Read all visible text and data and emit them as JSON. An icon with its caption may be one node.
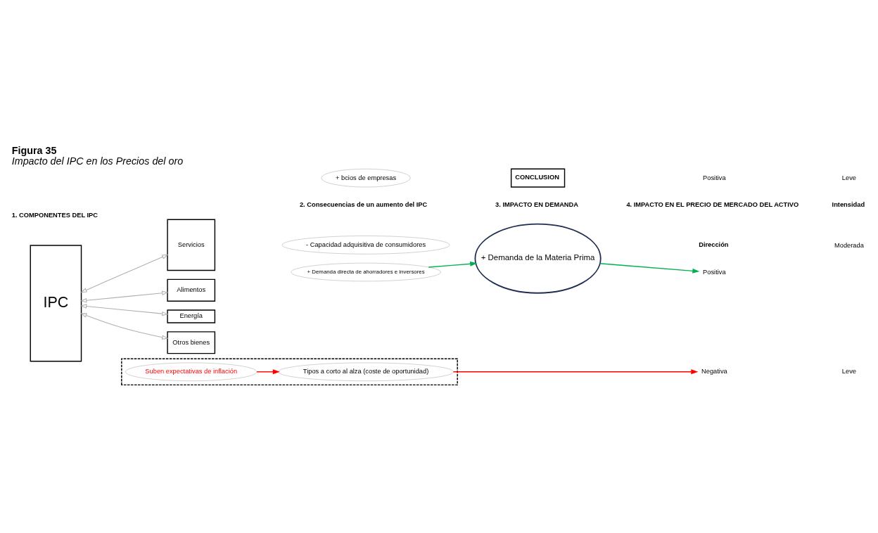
{
  "diagram": {
    "title": "Figura 35",
    "caption": "Impacto del IPC en los Precios del oro",
    "nodes": [
      {
        "text": [
          "IPC"
        ]
      },
      {
        "text": [
          "Servicios"
        ]
      },
      {
        "text": [
          "Alimentos"
        ]
      },
      {
        "text": [
          "Energía"
        ]
      },
      {
        "text": [
          "Otros bienes"
        ]
      },
      {
        "text": [
          "- Capacidad adquisitiva de consumidores"
        ]
      },
      {
        "text": [
          "+ bcios de empresas"
        ]
      },
      {
        "text": [
          "+ Demanda directa de ahorradores e inversores"
        ]
      },
      {
        "text": [],
        "shape": "box"
      },
      {
        "text": [
          "Suben expectativas de inflación"
        ],
        "in": 8
      },
      {
        "text": [
          "Tipos a corto al alza (coste de oportunidad)"
        ],
        "in": 8
      },
      {
        "text": [
          "+ Demanda de la Materia Prima"
        ]
      },
      {
        "text": [
          "Positiva"
        ]
      },
      {
        "text": [
          "Negativa"
        ]
      }
    ],
    "edges": [
      {
        "from": 0,
        "to": 1,
        "arrow": "both"
      },
      {
        "from": 0,
        "to": 2,
        "arrow": "both"
      },
      {
        "from": 0,
        "to": 3,
        "arrow": "both"
      },
      {
        "from": 0,
        "to": 4,
        "arrow": "both"
      },
      {
        "from": 7,
        "to": 11,
        "arrow": "to",
        "color": "#00b050"
      },
      {
        "from": 11,
        "to": 12,
        "arrow": "to",
        "color": "#00b050"
      },
      {
        "from": 9,
        "to": 10,
        "arrow": "to",
        "color": "#ff0000"
      },
      {
        "from": 10,
        "to": 13,
        "arrow": "to",
        "color": "#ff0000"
      }
    ],
    "labels": [
      "1. COMPONENTES DEL IPC",
      "2. Consecuencias de un aumento del IPC",
      "3. IMPACTO EN DEMANDA",
      "4. IMPACTO EN EL PRECIO DE MERCADO DEL ACTIVO",
      "Dirección",
      "Intensidad",
      "Moderada",
      "Leve",
      "CONCLUSION",
      "Positiva",
      "Leve"
    ]
  }
}
